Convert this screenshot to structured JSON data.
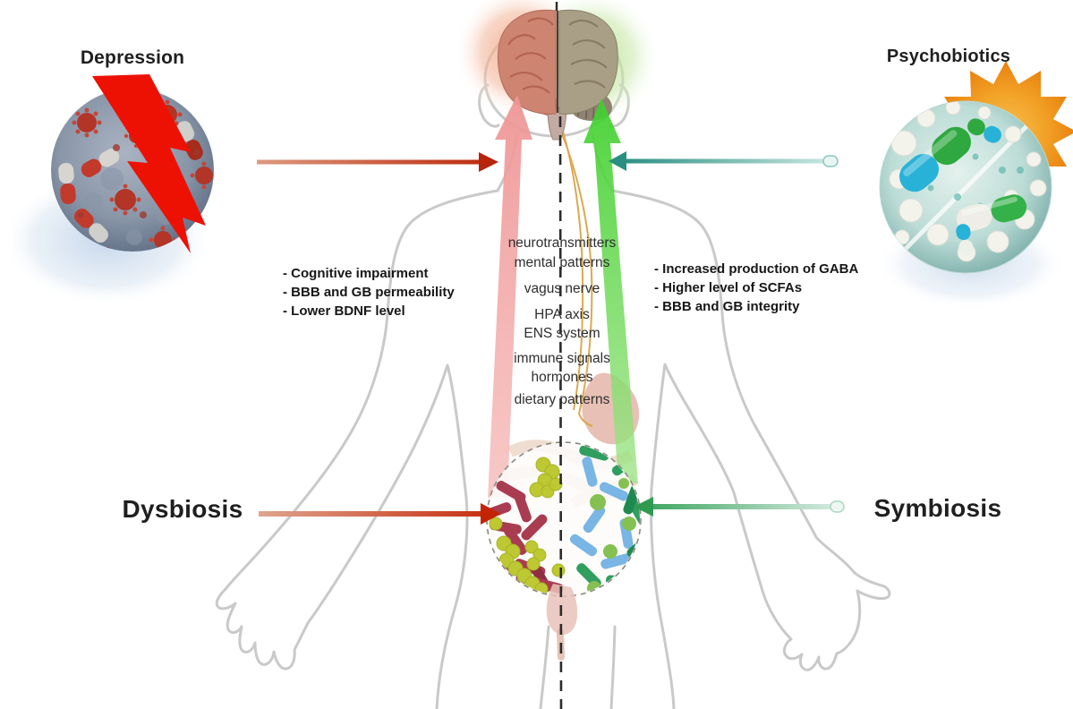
{
  "labels": {
    "depression": "Depression",
    "psychobiotics": "Psychobiotics",
    "dysbiosis": "Dysbiosis",
    "symbiosis": "Symbiosis"
  },
  "depression_effects": [
    "- Cognitive impairment",
    "- BBB and GB permeability",
    "- Lower BDNF level"
  ],
  "psychobiotics_effects": [
    "- Increased production of GABA",
    "- Higher level of SCFAs",
    "- BBB and GB integrity"
  ],
  "gut_brain_pathways": [
    "neurotransmitters",
    "mental patterns",
    "vagus nerve",
    "HPA axis",
    "ENS system",
    "immune signals",
    "hormones",
    "dietary patterns"
  ],
  "colors": {
    "depression_bolt_red": "#ed1103",
    "depression_arrow_red": "#bb2408",
    "dysbiosis_arrow_red": "#c22405",
    "psychobiotics_arrow_teal": "#2a8f80",
    "symbiosis_arrow_green": "#2f9b50",
    "ascending_pink_arrow": "#f0a0a0",
    "ascending_green_arrow": "#3bd02f",
    "starburst_orange": "#f5a82c",
    "silhouette_gray": "#c9c9c9"
  }
}
